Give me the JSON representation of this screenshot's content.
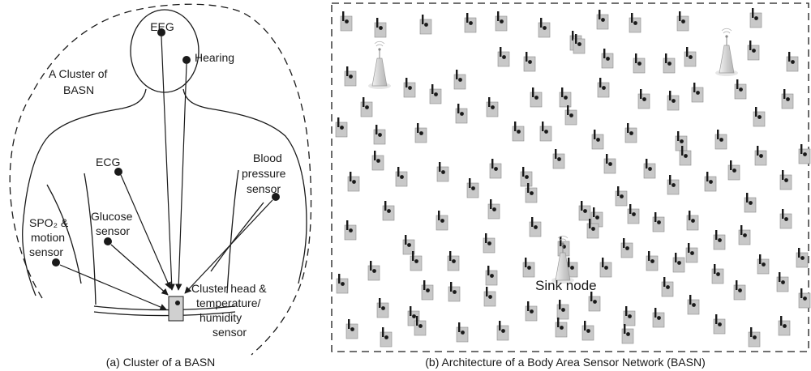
{
  "panel_a": {
    "caption": "(a) Cluster of a BASN",
    "cluster_title_line1": "A Cluster of",
    "cluster_title_line2": "BASN",
    "sensors": {
      "eeg": "EEG",
      "hearing": "Hearing",
      "ecg": "ECG",
      "blood_line1": "Blood",
      "blood_line2": "pressure",
      "blood_line3": "sensor",
      "glucose_line1": "Glucose",
      "glucose_line2": "sensor",
      "spo2_line1": "SPO₂ &",
      "spo2_line2": "motion",
      "spo2_line3": "sensor",
      "head_line1": "Cluster head &",
      "head_line2": "temperature/",
      "head_line3": "humidity",
      "head_line4": "sensor"
    }
  },
  "panel_b": {
    "caption": "(b) Architecture of a Body Area Sensor Network (BASN)",
    "sink_label": "Sink node"
  },
  "colors": {
    "line": "#1a1a1a",
    "node_fill": "#c8c8c8",
    "node_stroke": "#8a8a8a",
    "tower_fill": "#dcdcdc"
  }
}
